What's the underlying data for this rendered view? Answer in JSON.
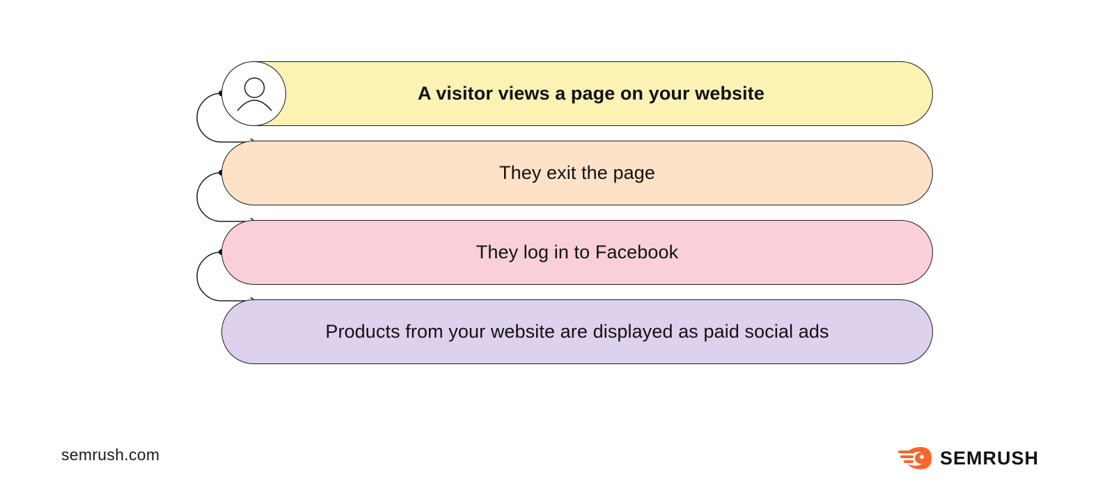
{
  "steps": [
    {
      "label": "A visitor views a page on your website",
      "color": "#fbf2b3"
    },
    {
      "label": "They exit the page",
      "color": "#fde2c8"
    },
    {
      "label": "They log in to Facebook",
      "color": "#f9d0d8"
    },
    {
      "label": "Products from your website are displayed as paid social ads",
      "color": "#ded1ee"
    }
  ],
  "icons": {
    "visitor": "user-icon",
    "brand": "semrush-fire-icon",
    "connector": "arrow-connector"
  },
  "footer": {
    "url": "semrush.com",
    "brand": "SEMRUSH",
    "brand_color": "#ff642d"
  }
}
